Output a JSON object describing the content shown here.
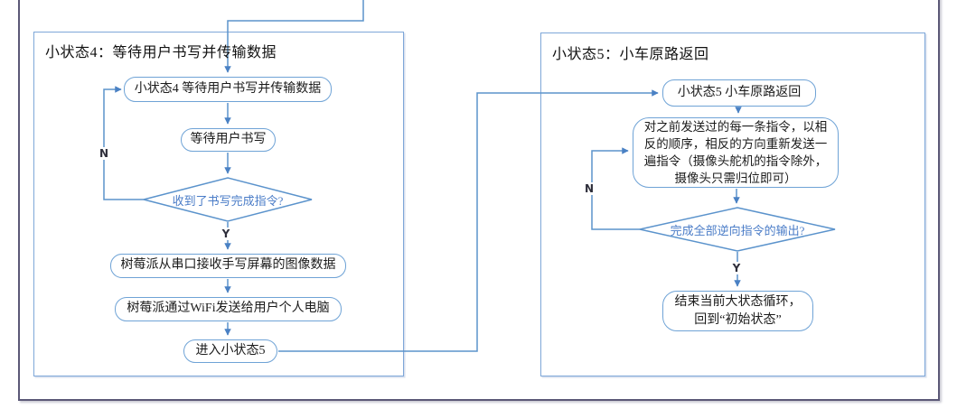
{
  "diagram": {
    "group4": {
      "title": "小状态4：等待用户书写并传输数据",
      "node_state4": "小状态4 等待用户书写并传输数据",
      "node_wait": "等待用户书写",
      "decision_written": "收到了书写完成指令?",
      "node_receive": "树莓派从串口接收手写屏幕的图像数据",
      "node_wifi": "树莓派通过WiFi发送给用户个人电脑",
      "node_goto5": "进入小状态5",
      "label_n": "N",
      "label_y": "Y"
    },
    "group5": {
      "title": "小状态5：小车原路返回",
      "node_state5": "小状态5 小车原路返回",
      "node_reverse": "对之前发送过的每一条指令，以相反的顺序，相反的方向重新发送一遍指令（摄像头舵机的指令除外，摄像头只需归位即可）",
      "decision_done": "完成全部逆向指令的输出?",
      "node_end": "结束当前大状态循环，\n回到“初始状态”",
      "label_n": "N",
      "label_y": "Y"
    },
    "colors": {
      "connector_line": "#5b93cc",
      "arrowhead": "#4a81c4",
      "node_border": "#6fa3d6",
      "group_border": "#7ea7d8",
      "decision_text": "#4a7cc7",
      "outer_frame_border": "#5b5877",
      "node_text": "#1b1b1b"
    }
  }
}
